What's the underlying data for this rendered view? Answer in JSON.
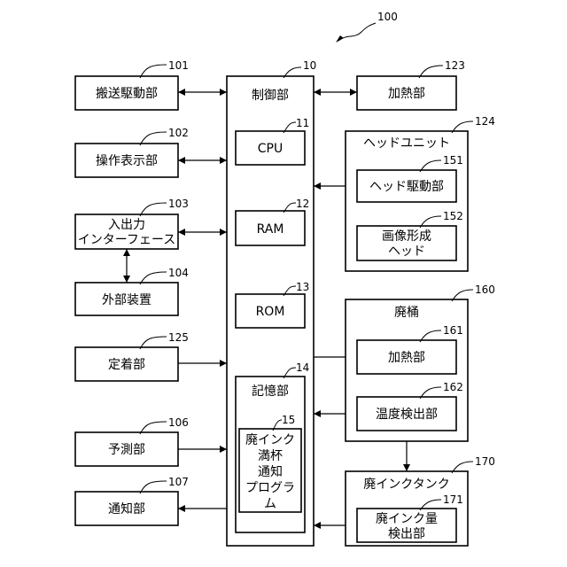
{
  "figure_ref": "100",
  "blocks": {
    "control": {
      "label": "制御部",
      "ref": "10"
    },
    "cpu": {
      "label": "CPU",
      "ref": "11"
    },
    "ram": {
      "label": "RAM",
      "ref": "12"
    },
    "rom": {
      "label": "ROM",
      "ref": "13"
    },
    "storage": {
      "label": "記憶部",
      "ref": "14"
    },
    "program": {
      "lines": [
        "廃インク",
        "満杯",
        "通知",
        "プログラ",
        "ム"
      ],
      "ref": "15"
    },
    "transport": {
      "label": "搬送駆動部",
      "ref": "101"
    },
    "op_display": {
      "label": "操作表示部",
      "ref": "102"
    },
    "io_interface": {
      "lines": [
        "入出力",
        "インターフェース"
      ],
      "ref": "103"
    },
    "ext_device": {
      "label": "外部装置",
      "ref": "104"
    },
    "fixing": {
      "label": "定着部",
      "ref": "125"
    },
    "predict": {
      "label": "予測部",
      "ref": "106"
    },
    "notify": {
      "label": "通知部",
      "ref": "107"
    },
    "heater_top": {
      "label": "加熱部",
      "ref": "123"
    },
    "head_unit": {
      "label": "ヘッドユニット",
      "ref": "124"
    },
    "head_drive": {
      "label": "ヘッド駆動部",
      "ref": "151"
    },
    "image_head": {
      "lines": [
        "画像形成",
        "ヘッド"
      ],
      "ref": "152"
    },
    "waste_tub": {
      "label": "廃桶",
      "ref": "160"
    },
    "tub_heater": {
      "label": "加熱部",
      "ref": "161"
    },
    "temp_detect": {
      "label": "温度検出部",
      "ref": "162"
    },
    "waste_tank": {
      "label": "廃インクタンク",
      "ref": "170"
    },
    "ink_level": {
      "lines": [
        "廃インク量",
        "検出部"
      ],
      "ref": "171"
    }
  }
}
